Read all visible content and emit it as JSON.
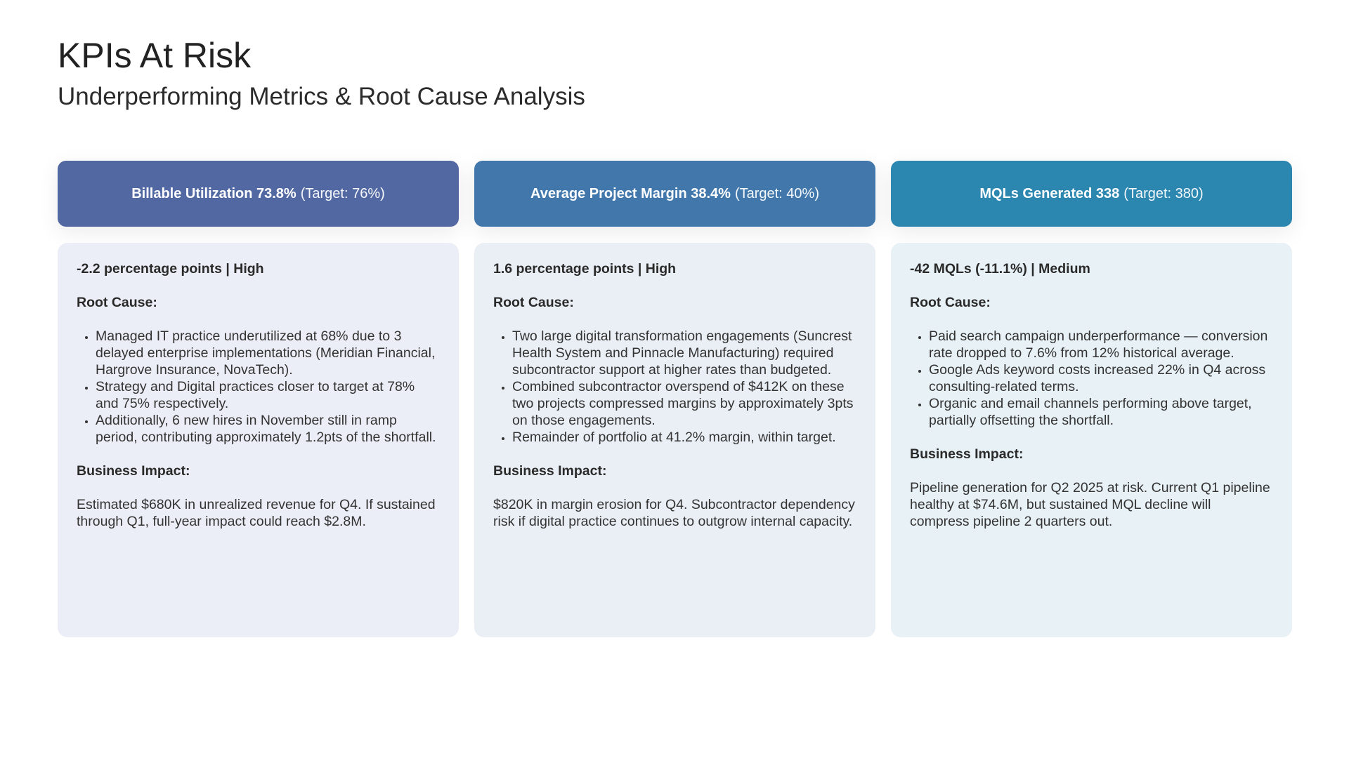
{
  "title": "KPIs At Risk",
  "subtitle": "Underperforming Metrics & Root Cause Analysis",
  "root_cause_label": "Root Cause:",
  "impact_label": "Business Impact:",
  "kpis": [
    {
      "name": "Billable Utilization 73.8%",
      "target": "(Target: 76%)",
      "color": "#5268a3",
      "bg": "#ebeef6",
      "variance": "-2.2 percentage points | High",
      "causes": [
        "Managed IT practice underutilized at 68% due to 3 delayed enterprise implementations (Meridian Financial, Hargrove Insurance, NovaTech).",
        "Strategy and Digital practices closer to target at 78% and 75% respectively.",
        "Additionally, 6 new hires in November still in ramp period, contributing approximately 1.2pts of the shortfall."
      ],
      "impact": "Estimated $680K in unrealized revenue for Q4. If sustained through Q1, full-year impact could reach $2.8M."
    },
    {
      "name": "Average Project Margin 38.4%",
      "target": "(Target: 40%)",
      "color": "#4177ab",
      "bg": "#eaeff5",
      "variance": "1.6 percentage points | High",
      "causes": [
        "Two large digital transformation engagements (Suncrest Health System and Pinnacle Manufacturing) required subcontractor support at higher rates than budgeted.",
        "Combined subcontractor overspend of $412K on these two projects compressed margins by approximately 3pts on those engagements.",
        "Remainder of portfolio at 41.2% margin, within target."
      ],
      "impact": "$820K in margin erosion for Q4. Subcontractor dependency risk if digital practice continues to outgrow internal capacity."
    },
    {
      "name": "MQLs Generated 338",
      "target": "(Target: 380)",
      "color": "#2b86b0",
      "bg": "#e8f1f6",
      "variance": "-42 MQLs (-11.1%) | Medium",
      "causes": [
        "Paid search campaign underperformance — conversion rate dropped to 7.6% from 12% historical average.",
        "Google Ads keyword costs increased 22% in Q4 across consulting-related terms.",
        "Organic and email channels performing above target, partially offsetting the shortfall."
      ],
      "impact": "Pipeline generation for Q2 2025 at risk. Current Q1 pipeline healthy at $74.6M, but sustained MQL decline will compress pipeline 2 quarters out."
    }
  ]
}
